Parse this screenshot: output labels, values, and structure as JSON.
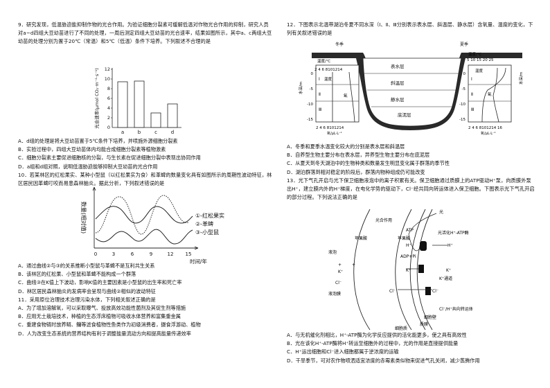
{
  "left": {
    "q9": {
      "stem": "9．研究发现，低温胁迫能抑制作物的光合作用。为验证细胞分裂素可缓解低温对作物光合作用的抑制，研究人员对a~d四组大豆幼苗进行了不同的处理，一周后测定四组大豆幼苗的光合速率，结果如图所示，其中a、c两组大豆幼苗的处理分别为置于20℃（常温）和5℃（低温）条件下培养。下列叙述不合理的是",
      "chart": {
        "ylabel": "光合速率(μmol CO₂·m⁻²·s⁻¹)",
        "yticks": [
          "0",
          "2",
          "4",
          "6",
          "8",
          "10",
          "12"
        ],
        "categories": [
          "a",
          "b",
          "c",
          "d"
        ]
      },
      "options": [
        "A．d组的处理是将大豆幼苗置于5℃条件下培养，并喷施外源细胞分裂素",
        "B．实验过程中，四组大豆幼苗体内均能合成细胞分裂素等植物激素",
        "C．细胞分裂素主要促进细胞核的分裂，与生长素在促进细胞分裂中表现出协同作用",
        "D．a组和d组对照，说明低温胁迫能够抑制大豆幼苗的光合作用"
      ]
    },
    "q10": {
      "stem": "10．若某林区的红松果实、某种小型鼠（以红松果实为食）和革蜱的数量变化具有如图所示的周期性波动特征，林区居民因革蜱叮咬而易患森林脑炎。据此分析，下列叙述错误的是",
      "chart": {
        "ylabel": "数量(相对值)",
        "xlabel": "时间/年",
        "xticks": [
          "0",
          "3",
          "6",
          "9",
          "12",
          "15"
        ],
        "legend": [
          "①-红松果实",
          "②-革蜱",
          "③-小型鼠"
        ]
      },
      "options": [
        "A．通过曲线②与③的关系推断小型鼠与革蜱不是互利共生关系",
        "B．该林区的红松果、小型鼠和革蜱不能构成一个群落",
        "C．曲线③在K值上下波动，影响K值的主要因素是小型鼠的出生率和死亡率",
        "D．林区居民森林脑炎的发病率会呈现与曲线②相似的波动特征"
      ]
    },
    "q11": {
      "stem": "11．采用原位治理技术治理污染水体，下列相关叙述正确的是",
      "options": [
        "A．为了增加溶解氧，可以采取曝气、投放高效功能性菌剂及其促生剂等措施",
        "B．应用无土栽培技术，种植的生态浮床植物可吸收水体营养和富集重金属",
        "C．重建食物链时放养鲢、鳙等滤食植物性鱼类作为初级消费者，摄食浮游动、植物",
        "D．人为改变生态系统的营养结构有利于调整能量流动方向和提高能量传递效率"
      ]
    }
  },
  "right": {
    "q12": {
      "stem": "12．下图表示北温带湖泊冬夏不同水深（Ⅰ、Ⅱ、Ⅲ分别表示表水层、斜温层、静水层）含氧量、温度的变化，下列有关叙述错误的是",
      "diagram": {
        "winter": "冬季",
        "summer": "夏季",
        "temp_label": "温度/℃",
        "winter_temp_ticks": "2 4 6 8101214",
        "summer_temp_ticks": "5 10 15 20 25",
        "depth_ticks": [
          "0",
          "-5",
          "-10",
          "-15"
        ],
        "depth_label": "水深/m",
        "oxygen_label_w": "2 4 6 8101214",
        "oxygen_label_s": "2 4 6 8101214 16",
        "oxygen_unit": "氧/μL·L⁻¹",
        "layers": [
          "表水层",
          "斜温层",
          "静水层",
          "底泥层"
        ],
        "roman": [
          "Ⅰ",
          "Ⅱ",
          "Ⅲ"
        ],
        "curve_temp": "温度",
        "curve_oxygen": "氧"
      },
      "options": [
        "A．冬季和夏季水温变化较大的分别是表水层和斜温层",
        "B．自养型生物主要分布在表水层，异养型生物主要分布在底泥层",
        "C．从夏天到冬天湖泊中的生物种类和数量发生明显变化属于群落的季节性",
        "D．湖泊群落到相对稳定的阶段后，群落内物种组成仍可能改变"
      ]
    },
    "q13": {
      "stem": "13．光下气孔开启与光下保卫细胞液泡中的离子积累有关。保卫细胞通过质膜上的ATP驱动H⁺泵，向质膜外泵出H⁺，建立膜内外的H⁺梯度，在电化学势的驱动下，Cl⁻经共同向转运体进入保卫细胞。下图表示光下气孔开启的部分过程。下列说法正确的是",
      "diagram": {
        "light": "光",
        "photosynthesis": "光合作用",
        "malic1": "苹果酸",
        "malic2": "苹果酸",
        "atp": "ATP",
        "adp": "ADP+Pi",
        "pump": "光活化H⁺-ATP酶",
        "hplus_in": "H⁺",
        "hplus_out": "H⁺",
        "liquid": "液泡",
        "kplus1": "K⁺",
        "kplus2": "K⁺",
        "kplus3": "K⁺",
        "kchannel": "K⁺通道",
        "cl1": "Cl⁻",
        "cl2": "Cl⁻",
        "cl3": "Cl⁻",
        "tonoplast": "液泡膜",
        "cotransporter": "Cl⁻/H⁺共向转运体",
        "cytoplasm": "细胞质",
        "plasma": "质膜",
        "cell_wall": "细胞壁",
        "plus1": "+",
        "plus2": "+"
      },
      "options": [
        "A．与无机催化剂相比，H⁺-ATP酶为化学反应提供的活化能更多，使之具有高效性",
        "B．光在该化H⁺-ATP酶将H⁺转运至细胞外的过程中，光的作用是直接提供能量",
        "C．H⁺运出细胞和Cl⁻进入细胞都属于逆浓度的运输",
        "D．干旱季节，可对农作物喷洒适宜浓度的赤霉素类似物来促进气孔关闭，减少蒸腾作用"
      ]
    }
  }
}
